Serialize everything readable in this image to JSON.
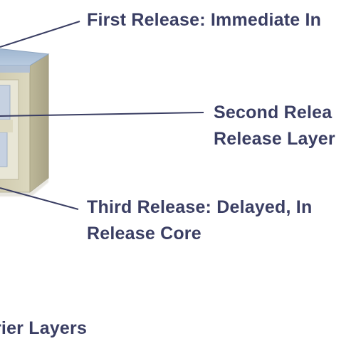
{
  "labels": {
    "first": [
      "First Release: Immediate In"
    ],
    "second": [
      "Second Relea",
      "Release Layer"
    ],
    "third": [
      "Third Release: Delayed, In",
      "Release Core"
    ]
  },
  "caption": "rier Layers",
  "colors": {
    "text": "#3a3e63",
    "leader_line": "#3a3e63",
    "box_front": "#d6d2b6",
    "box_side": "#b9b495",
    "box_top": "#a9bfd8",
    "inner_panel": "#c3cfe0",
    "inner_slot": "#e7e9dc"
  }
}
